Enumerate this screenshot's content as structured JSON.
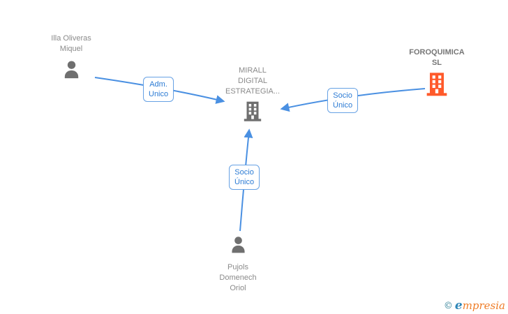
{
  "diagram": {
    "nodes": [
      {
        "id": "illa-oliveras-miquel",
        "type": "person",
        "lines": [
          "Illa Oliveras",
          "Miquel"
        ]
      },
      {
        "id": "foroquimica-sl",
        "type": "company",
        "highlighted": true,
        "lines": [
          "FOROQUIMICA",
          "SL"
        ]
      },
      {
        "id": "mirall-digital",
        "type": "company",
        "highlighted": false,
        "lines": [
          "MIRALL",
          "DIGITAL",
          "ESTRATEGIA..."
        ]
      },
      {
        "id": "pujols-domenech-oriol",
        "type": "person",
        "lines": [
          "Pujols",
          "Domenech",
          "Oriol"
        ]
      }
    ],
    "edges": [
      {
        "from": "illa-oliveras-miquel",
        "to": "mirall-digital",
        "label_lines": [
          "Adm.",
          "Unico"
        ]
      },
      {
        "from": "foroquimica-sl",
        "to": "mirall-digital",
        "label_lines": [
          "Socio",
          "Único"
        ]
      },
      {
        "from": "pujols-domenech-oriol",
        "to": "mirall-digital",
        "label_lines": [
          "Socio",
          "Único"
        ]
      }
    ],
    "colors": {
      "edge_blue": "#4a90e2",
      "edge_label_text": "#2b7bd4",
      "edge_label_border": "#66a1e4",
      "icon_gray": "#6f6f6f",
      "icon_orange": "#ff5a2b",
      "node_text_gray": "#8a8a8a"
    }
  },
  "footer": {
    "copyright_symbol": "©",
    "brand_initial": "e",
    "brand_rest": "mpresia"
  }
}
